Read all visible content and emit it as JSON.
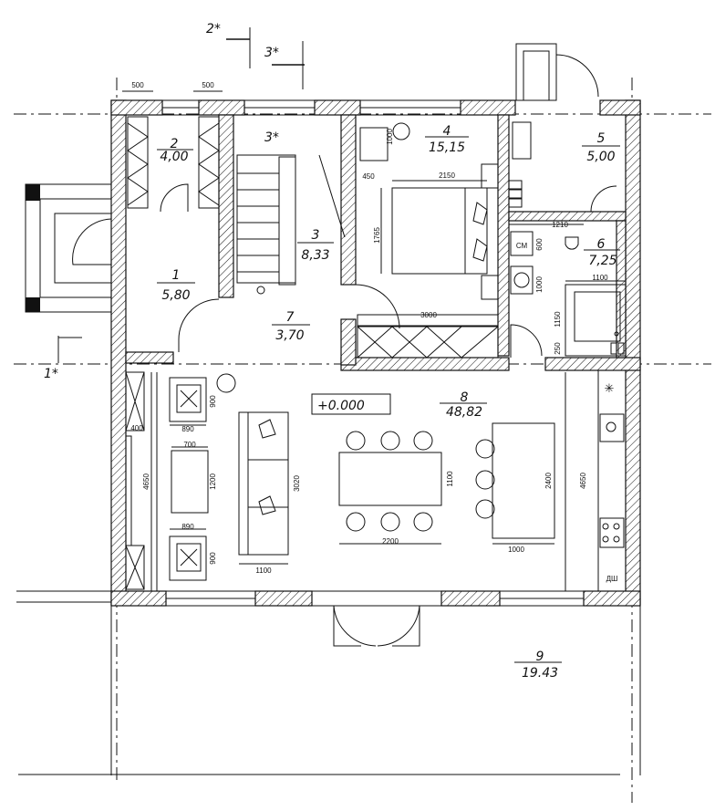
{
  "rooms": [
    {
      "id": "1",
      "area": "5,80"
    },
    {
      "id": "2",
      "area": "4,00"
    },
    {
      "id": "3",
      "area": "8,33"
    },
    {
      "id": "4",
      "area": "15,15"
    },
    {
      "id": "5",
      "area": "5,00"
    },
    {
      "id": "6",
      "area": "7,25"
    },
    {
      "id": "7",
      "area": "3,70"
    },
    {
      "id": "8",
      "area": "48,82"
    },
    {
      "id": "9",
      "area": "19.43"
    }
  ],
  "level_mark": "+0.000",
  "section_marks": {
    "s1": "1*",
    "s2": "2*",
    "s3a": "3*",
    "s3b": "3*"
  },
  "dimensions": {
    "d500a": "500",
    "d500b": "500",
    "d1000a": "1000",
    "d2150": "2150",
    "d450": "450",
    "d1765": "1765",
    "d3000": "3000",
    "d1210": "1210",
    "d600": "600",
    "d1000b": "1000",
    "d1100a": "1100",
    "d1150": "1150",
    "d250": "250",
    "d900a": "900",
    "d890a": "890",
    "d400": "400",
    "d700": "700",
    "d4650a": "4650",
    "d1200": "1200",
    "d3020": "3020",
    "d890b": "890",
    "d900b": "900",
    "d1100b": "1100",
    "d1100c": "1100",
    "d2200": "2200",
    "d2400": "2400",
    "d1000c": "1000",
    "d4650b": "4650"
  },
  "labels": {
    "cm": "СМ",
    "dw": "ДШ"
  }
}
